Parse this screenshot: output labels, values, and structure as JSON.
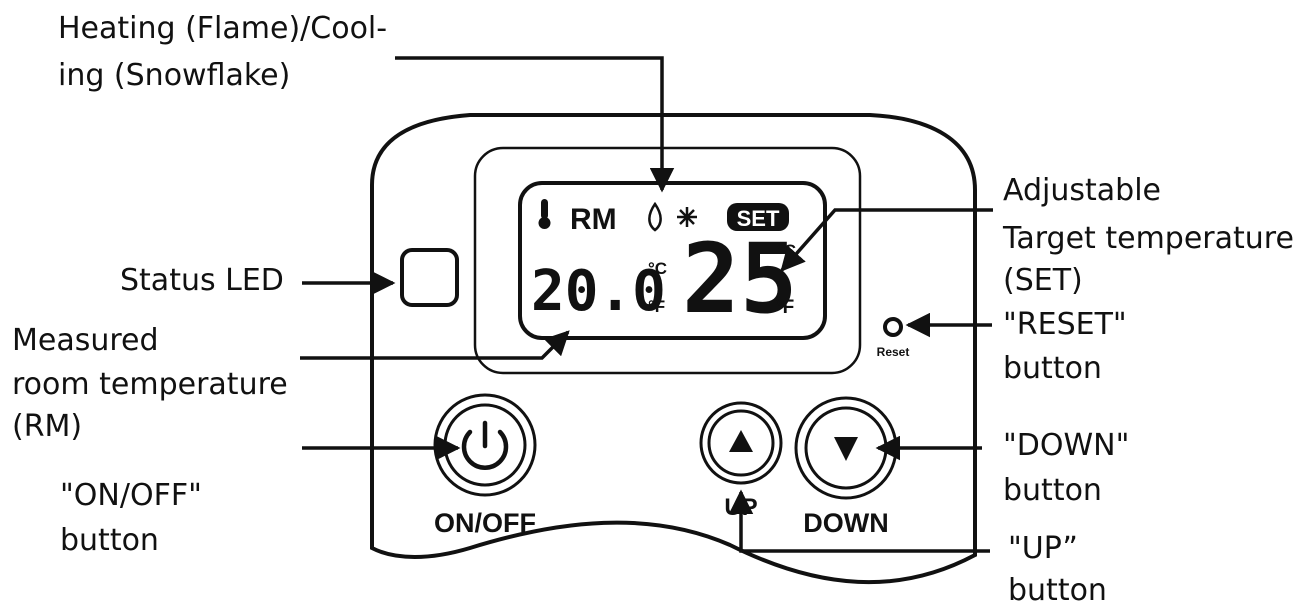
{
  "callouts": {
    "heating_cooling": [
      "Heating (Flame)/Cool-",
      "ing (Snowflake)"
    ],
    "adjustable_target": [
      "Adjustable",
      "Target temperature",
      "(SET)"
    ],
    "status_led": "Status LED",
    "measured_room": [
      "Measured",
      "room temperature",
      "(RM)"
    ],
    "reset": [
      "\"RESET\"",
      "button"
    ],
    "on_off": [
      "\"ON/OFF\"",
      "button"
    ],
    "down": [
      "\"DOWN\"",
      "button"
    ],
    "up": [
      "\"UP”",
      "button"
    ]
  },
  "display": {
    "rm_label": "RM",
    "set_badge": "SET",
    "room_temp": "20.0",
    "target_temp": "25",
    "unit_c": "°C",
    "unit_f": "°F"
  },
  "device": {
    "on_off_label": "ON/OFF",
    "up_label": "UP",
    "down_label": "DOWN",
    "reset_label": "Reset"
  }
}
